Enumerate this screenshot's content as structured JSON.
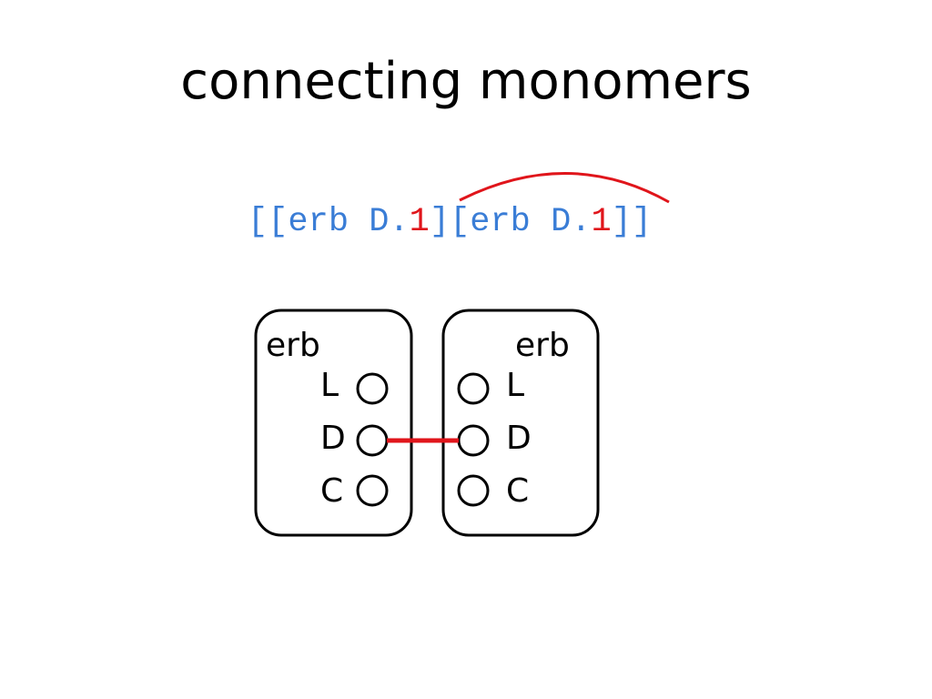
{
  "title": "connecting monomers",
  "code": {
    "segments": [
      {
        "text": "[[erb D.",
        "color": "#3a7dd6"
      },
      {
        "text": "1",
        "color": "#e0151b"
      },
      {
        "text": "][erb D.",
        "color": "#3a7dd6"
      },
      {
        "text": "1",
        "color": "#e0151b"
      },
      {
        "text": "]]",
        "color": "#3a7dd6"
      }
    ]
  },
  "monomers": [
    {
      "name": "erb",
      "sites": [
        "L",
        "D",
        "C"
      ]
    },
    {
      "name": "erb",
      "sites": [
        "L",
        "D",
        "C"
      ]
    }
  ],
  "bond": {
    "from_site": "D",
    "to_site": "D",
    "color": "#e0151b"
  },
  "colors": {
    "code": "#3a7dd6",
    "link": "#e0151b",
    "ink": "#000000"
  }
}
